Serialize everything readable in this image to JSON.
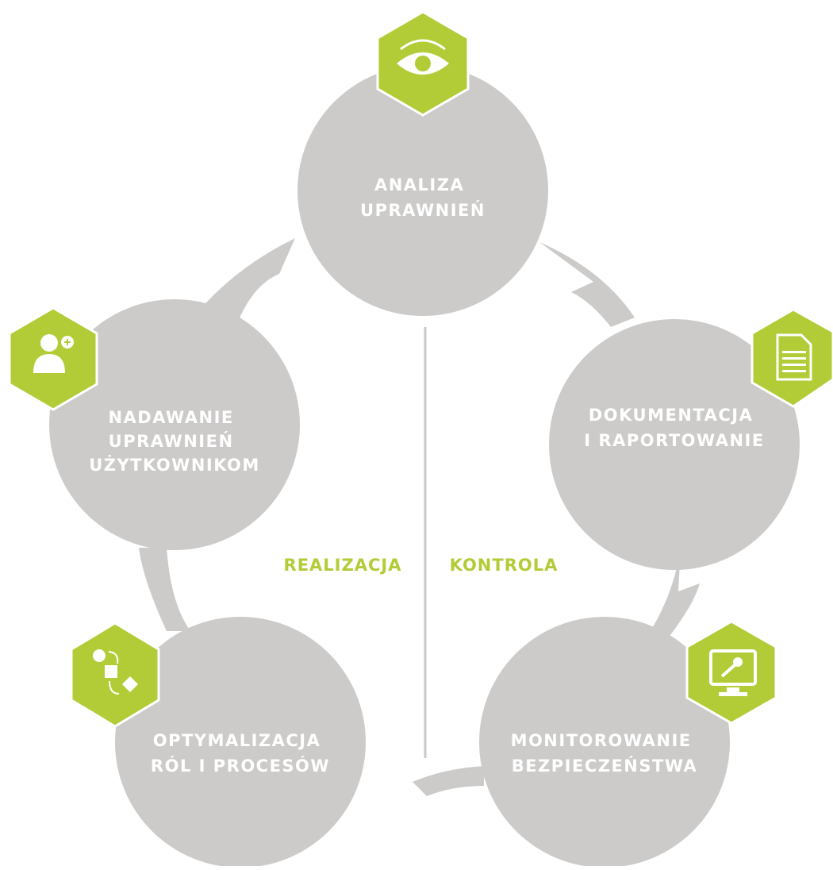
{
  "colors": {
    "node": "#cccbc9",
    "ring": "#cccbc9",
    "accent": "#b2cc37",
    "divider": "#c9c8c6",
    "label": "#ffffff",
    "icon": "#ffffff"
  },
  "diagram": {
    "type": "cycle",
    "nodes": [
      {
        "id": "analiza",
        "lines": [
          "ANALIZA",
          "UPRAWNIEŃ"
        ],
        "icon": "eye-icon"
      },
      {
        "id": "dokumentacja",
        "lines": [
          "DOKUMENTACJA",
          "I RAPORTOWANIE"
        ],
        "icon": "document-icon"
      },
      {
        "id": "monitorowanie",
        "lines": [
          "MONITOROWANIE",
          "BEZPIECZEŃSTWA"
        ],
        "icon": "monitor-key-icon"
      },
      {
        "id": "optymalizacja",
        "lines": [
          "OPTYMALIZACJA",
          "RÓL I PROCESÓW"
        ],
        "icon": "process-flow-icon"
      },
      {
        "id": "nadawanie",
        "lines": [
          "NADAWANIE",
          "UPRAWNIEŃ",
          "UŻYTKOWNIKOM"
        ],
        "icon": "add-user-icon"
      }
    ],
    "sections": {
      "left": "REALIZACJA",
      "right": "KONTROLA"
    }
  }
}
